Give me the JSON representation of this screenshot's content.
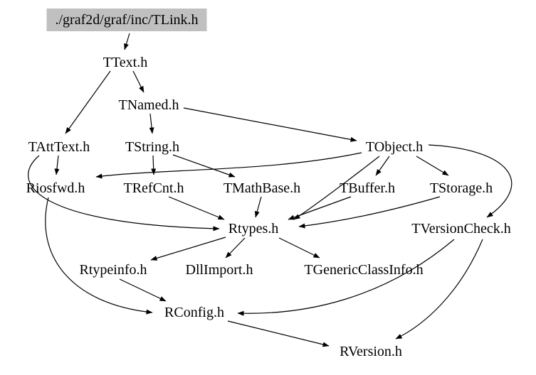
{
  "root": {
    "label": "./graf2d/graf/inc/TLink.h"
  },
  "nodes": [
    {
      "id": "ttext",
      "label": "TText.h"
    },
    {
      "id": "tnamed",
      "label": "TNamed.h"
    },
    {
      "id": "tatttext",
      "label": "TAttText.h"
    },
    {
      "id": "tstring",
      "label": "TString.h"
    },
    {
      "id": "tobject",
      "label": "TObject.h"
    },
    {
      "id": "riosfwd",
      "label": "Riosfwd.h"
    },
    {
      "id": "trefcnt",
      "label": "TRefCnt.h"
    },
    {
      "id": "tmathbase",
      "label": "TMathBase.h"
    },
    {
      "id": "tbuffer",
      "label": "TBuffer.h"
    },
    {
      "id": "tstorage",
      "label": "TStorage.h"
    },
    {
      "id": "rtypes",
      "label": "Rtypes.h"
    },
    {
      "id": "tversioncheck",
      "label": "TVersionCheck.h"
    },
    {
      "id": "rtypeinfo",
      "label": "Rtypeinfo.h"
    },
    {
      "id": "dllimport",
      "label": "DllImport.h"
    },
    {
      "id": "tgenericclassinfo",
      "label": "TGenericClassInfo.h"
    },
    {
      "id": "rconfig",
      "label": "RConfig.h"
    },
    {
      "id": "rversion",
      "label": "RVersion.h"
    }
  ],
  "edges": [
    {
      "from": "root",
      "to": "ttext"
    },
    {
      "from": "ttext",
      "to": "tnamed"
    },
    {
      "from": "ttext",
      "to": "tatttext"
    },
    {
      "from": "tnamed",
      "to": "tstring"
    },
    {
      "from": "tnamed",
      "to": "tobject"
    },
    {
      "from": "tatttext",
      "to": "riosfwd"
    },
    {
      "from": "tatttext",
      "to": "rtypes"
    },
    {
      "from": "tstring",
      "to": "trefcnt"
    },
    {
      "from": "tstring",
      "to": "tmathbase"
    },
    {
      "from": "tobject",
      "to": "riosfwd"
    },
    {
      "from": "tobject",
      "to": "tbuffer"
    },
    {
      "from": "tobject",
      "to": "tstorage"
    },
    {
      "from": "tobject",
      "to": "rtypes"
    },
    {
      "from": "tobject",
      "to": "tversioncheck"
    },
    {
      "from": "trefcnt",
      "to": "rtypes"
    },
    {
      "from": "tmathbase",
      "to": "rtypes"
    },
    {
      "from": "tbuffer",
      "to": "rtypes"
    },
    {
      "from": "tstorage",
      "to": "rtypes"
    },
    {
      "from": "rtypes",
      "to": "rtypeinfo"
    },
    {
      "from": "rtypes",
      "to": "dllimport"
    },
    {
      "from": "rtypes",
      "to": "tgenericclassinfo"
    },
    {
      "from": "riosfwd",
      "to": "rconfig"
    },
    {
      "from": "rtypeinfo",
      "to": "rconfig"
    },
    {
      "from": "tversioncheck",
      "to": "rconfig"
    },
    {
      "from": "rconfig",
      "to": "rversion"
    },
    {
      "from": "tversioncheck",
      "to": "rversion"
    }
  ],
  "colors": {
    "background": "#ffffff",
    "text": "#000000",
    "edge": "#000000",
    "root_background": "#c0c0c0"
  }
}
